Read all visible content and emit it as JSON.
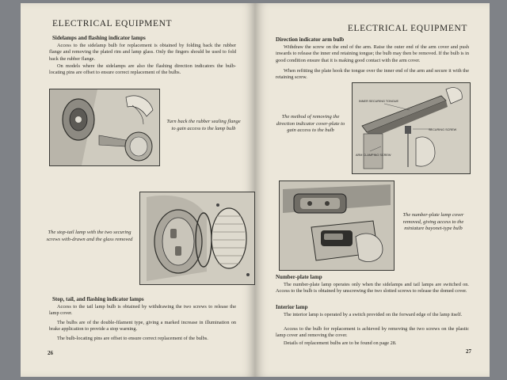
{
  "left_page": {
    "header": "ELECTRICAL EQUIPMENT",
    "sidelamps": {
      "title": "Sidelamps and flashing indicator lamps",
      "p1": "Access to the sidelamp bulb for replacement is obtained by folding back the rubber flange and removing the plated rim and lamp glass. Only the fingers should be used to fold back the rubber flange.",
      "p2": "On models where the sidelamps are also the flashing direction indicators the bulb-locating pins are offset to ensure correct replacement of the bulbs."
    },
    "fig1_caption": "Turn back the rubber sealing flange to gain access to the lamp bulb",
    "fig2_caption": "The stop-tail lamp with the two securing screws with-drawn and the glass removed",
    "stoptail": {
      "title": "Stop, tail, and flashing indicator lamps",
      "p1": "Access to the tail lamp bulb is obtained by withdrawing the two screws to release the lamp cover.",
      "p2": "The bulbs are of the double-filament type, giving a marked increase in illumination on brake application to provide a stop warning.",
      "p3": "The bulb-locating pins are offset to ensure correct replacement of the bulbs."
    },
    "page_number": "26"
  },
  "right_page": {
    "header": "ELECTRICAL EQUIPMENT",
    "arm_bulb": {
      "title": "Direction indicator arm bulb",
      "p1": "Withdraw the screw on the end of the arm. Raise the outer end of the arm cover and push inwards to release the inner end retaining tongue; the bulb may then be removed. If the bulb is in good condition ensure that it is making good contact with the arm cover.",
      "p2": "When refitting the plate hook the tongue over the inner end of the arm and secure it with the retaining screw."
    },
    "fig3_caption": "The method of removing the direction indicator cover-plate to gain access to the bulb",
    "fig3_labels": {
      "inner_tongue": "INNER SECURING TONGUE",
      "securing_screw": "SECURING SCREW",
      "arm_screw": "ARM CLAMPING SCREW"
    },
    "fig4_caption": "The number-plate lamp cover removed, giving access to the miniature bayonet-type bulb",
    "number_plate": {
      "title": "Number-plate lamp",
      "p1": "The number-plate lamp operates only when the sidelamps and tail lamps are switched on. Access to the bulb is obtained by unscrewing the two slotted screws to release the domed cover."
    },
    "interior": {
      "title": "Interior lamp",
      "p1": "The interior lamp is operated by a switch provided on the forward edge of the lamp itself.",
      "p2": "Access to the bulb for replacement is achieved by removing the two screws on the plastic lamp cover and removing the cover.",
      "p3": "Details of replacement bulbs are to be found on page 28."
    },
    "page_number": "27"
  }
}
